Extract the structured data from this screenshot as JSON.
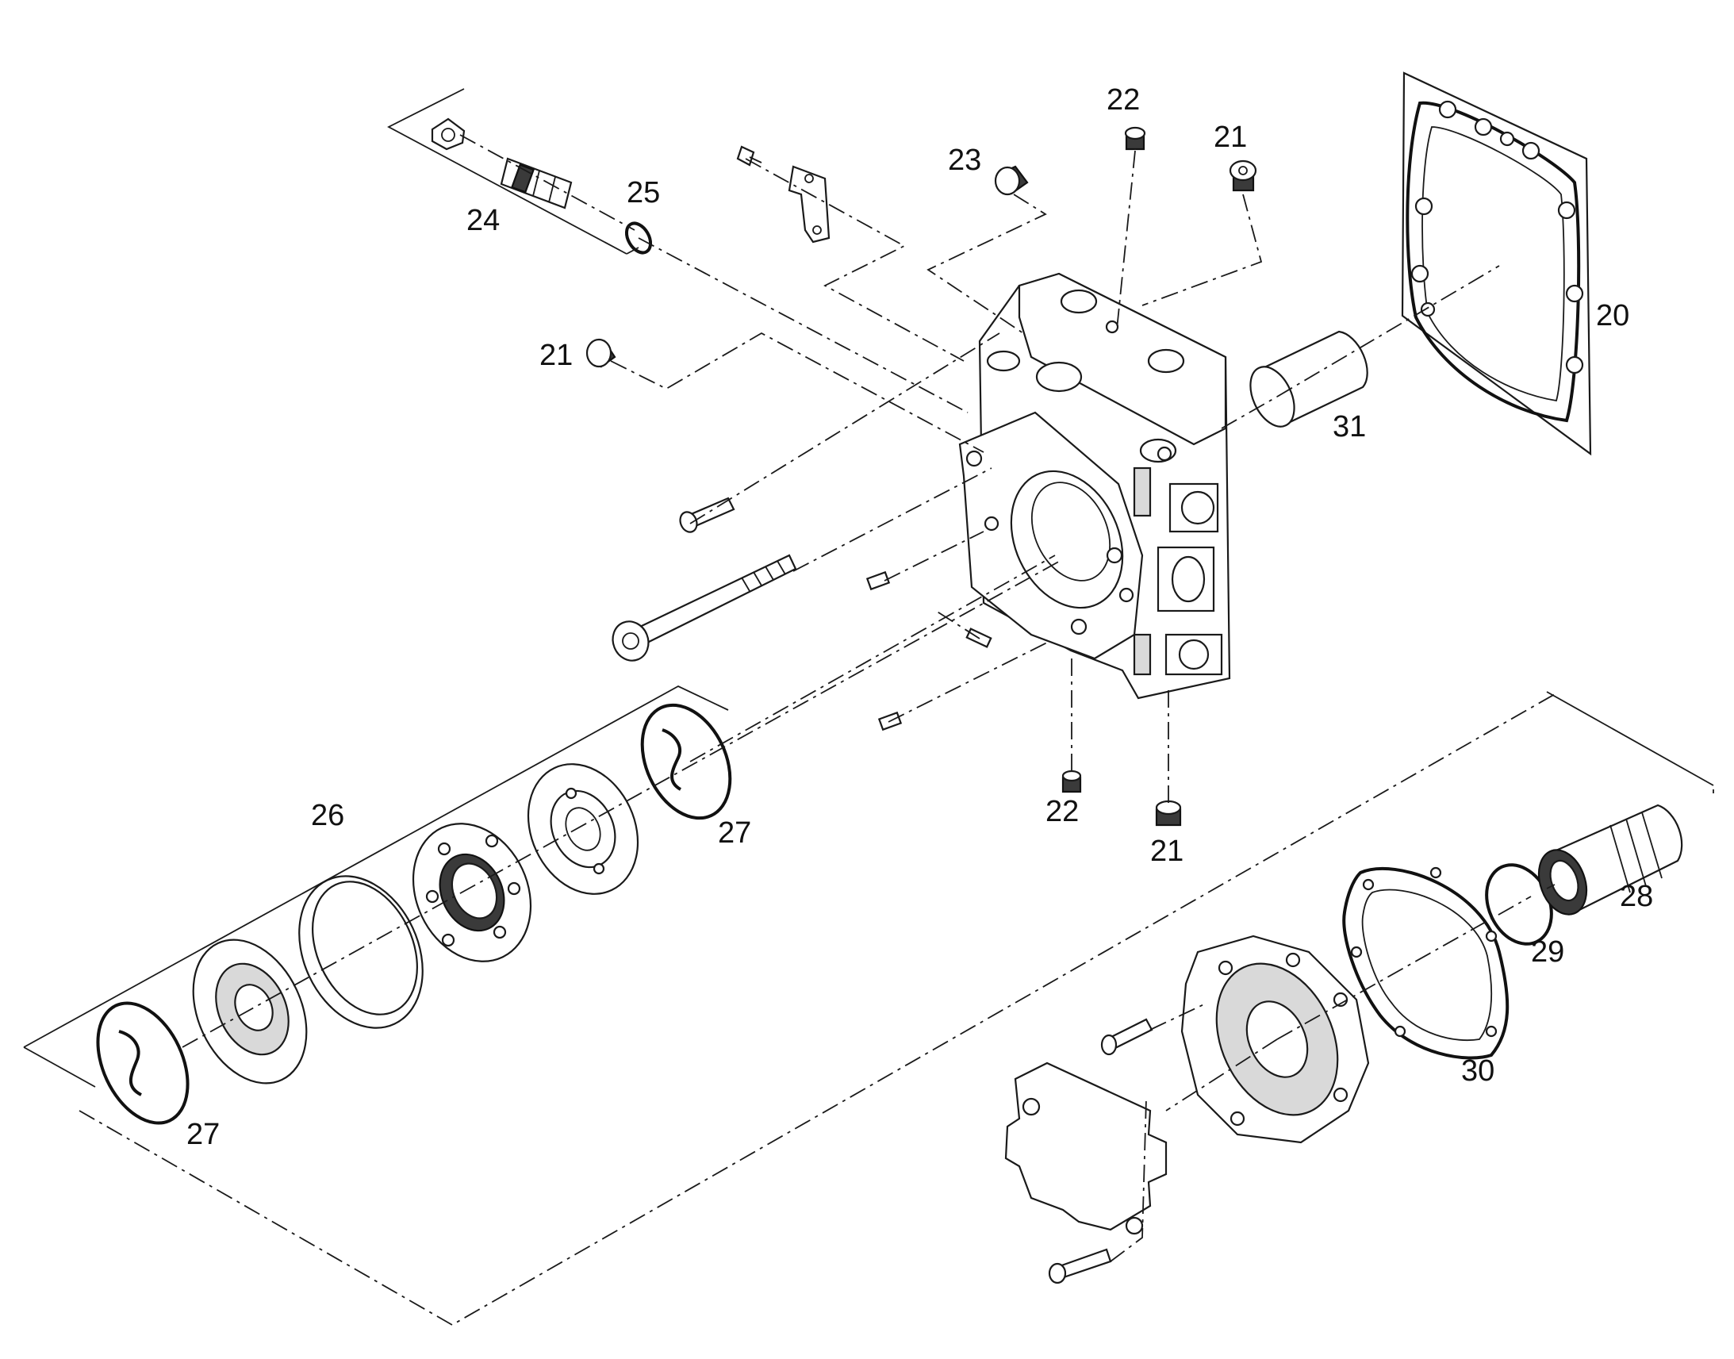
{
  "labels": {
    "l20": "20",
    "l21a": "21",
    "l21b": "21",
    "l21c": "21",
    "l22a": "22",
    "l22b": "22",
    "l23": "23",
    "l24": "24",
    "l25": "25",
    "l26": "26",
    "l27a": "27",
    "l27b": "27",
    "l28": "28",
    "l29": "29",
    "l30": "30",
    "l31": "31"
  }
}
